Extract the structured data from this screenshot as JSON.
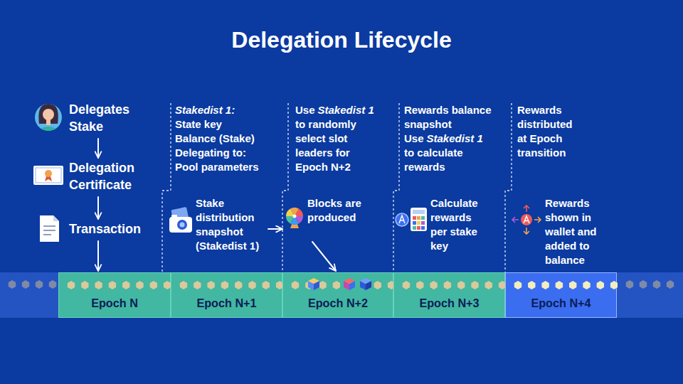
{
  "diagram": {
    "title": "Delegation Lifecycle",
    "nodes": [
      {
        "text": [
          "Delegates Stake"
        ]
      },
      {
        "text": [
          "Delegation Certificate"
        ]
      },
      {
        "text": [
          "Transaction"
        ]
      },
      {
        "text": [
          "Stake distribution snapshot (Stakedist 1)"
        ]
      },
      {
        "text": [
          "Blocks are produced"
        ]
      },
      {
        "text": [
          "Calculate rewards per stake key"
        ]
      },
      {
        "text": [
          "Rewards shown in wallet and added to balance"
        ]
      },
      {
        "text": [
          "Epoch N"
        ]
      },
      {
        "text": [
          "Epoch N+1"
        ]
      },
      {
        "text": [
          "Epoch N+2"
        ]
      },
      {
        "text": [
          "Epoch N+3"
        ]
      },
      {
        "text": [
          "Epoch N+4"
        ]
      }
    ],
    "edges": [
      {
        "from": 0,
        "to": 1,
        "arrow": "to"
      },
      {
        "from": 1,
        "to": 2,
        "arrow": "to"
      },
      {
        "from": 2,
        "to": 7,
        "arrow": "to"
      },
      {
        "from": 3,
        "to": 4,
        "arrow": "to"
      },
      {
        "from": 4,
        "to": 9,
        "arrow": "to"
      }
    ],
    "labels": [
      "Stakedist 1:",
      "State key",
      "Balance (Stake)",
      "Delegating to:",
      "Pool parameters",
      "Use",
      "Stakedist 1",
      "to randomly",
      "select slot",
      "leaders for",
      "Epoch N+2",
      "Rewards balance",
      "snapshot",
      "Use",
      "Stakedist 1",
      "to calculate",
      "rewards",
      "Rewards",
      "distributed",
      "at Epoch",
      "transition"
    ]
  }
}
